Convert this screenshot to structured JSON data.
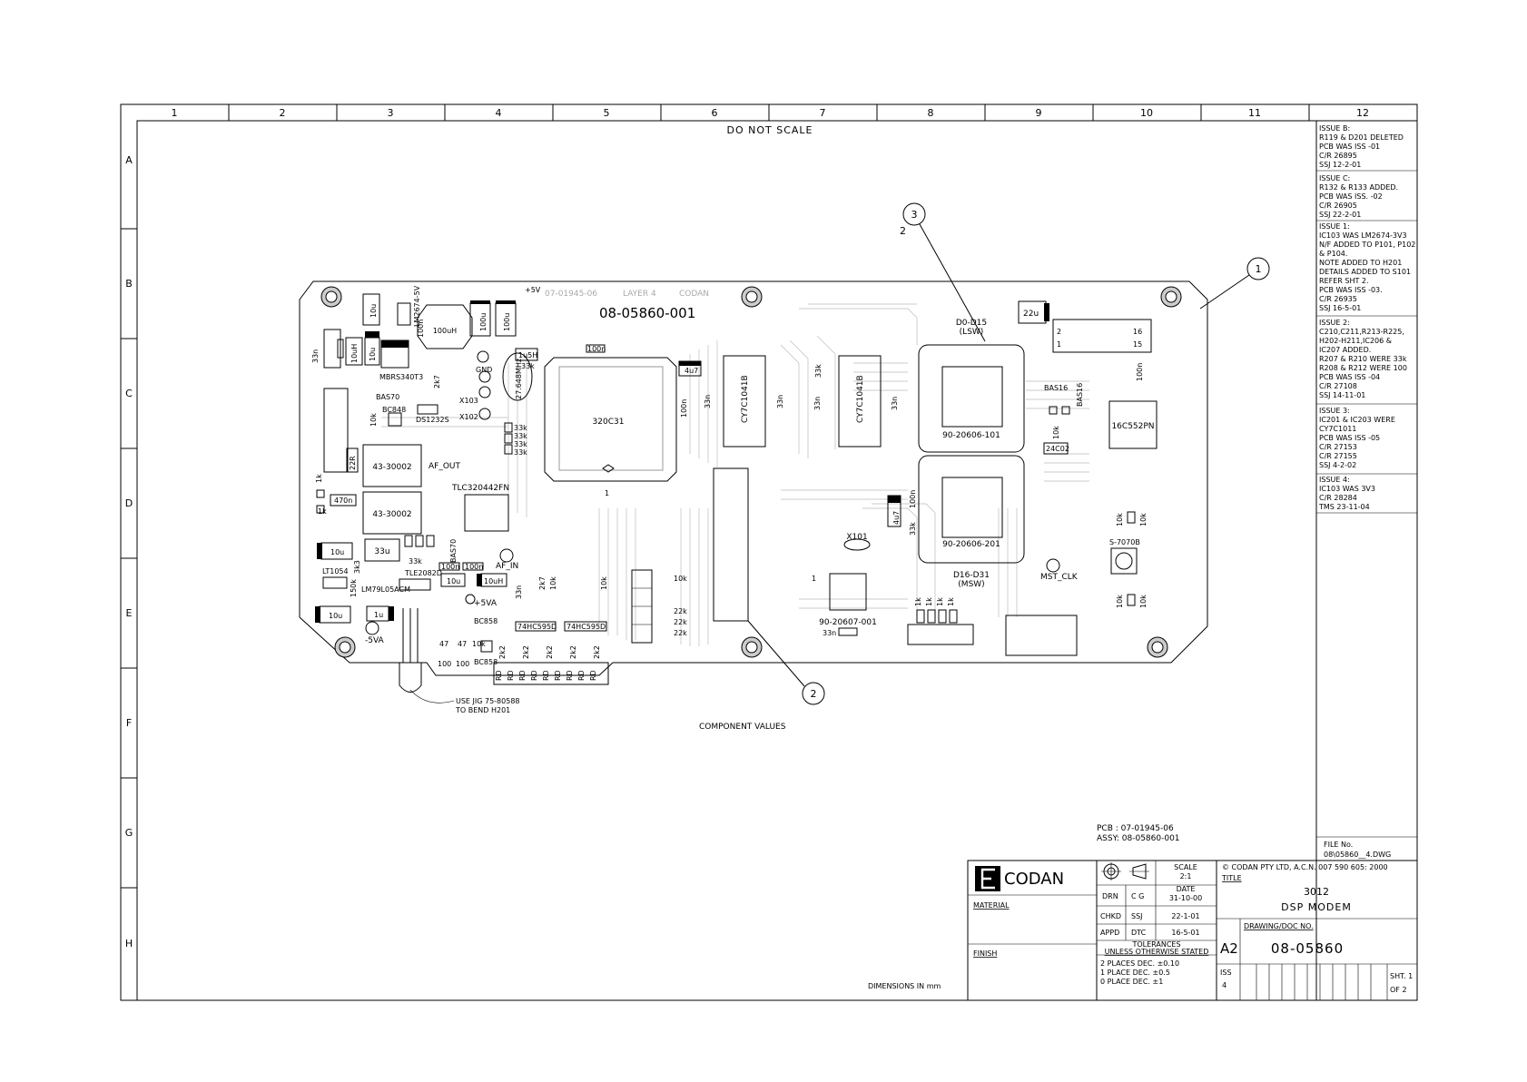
{
  "grid": {
    "columns": [
      "1",
      "2",
      "3",
      "4",
      "5",
      "6",
      "7",
      "8",
      "9",
      "10",
      "11",
      "12"
    ],
    "rows": [
      "A",
      "B",
      "C",
      "D",
      "E",
      "F",
      "G",
      "H"
    ]
  },
  "header_note": "DO NOT SCALE",
  "revisions": [
    {
      "lines": [
        "ISSUE B:",
        "R119 & D201 DELETED",
        "PCB WAS ISS -01",
        "C/R 26895",
        "SSJ 12-2-01"
      ]
    },
    {
      "lines": [
        "ISSUE C:",
        "R132 & R133 ADDED.",
        "PCB WAS ISS. -02",
        "C/R 26905",
        "SSJ 22-2-01"
      ]
    },
    {
      "lines": [
        "ISSUE 1:",
        "IC103 WAS LM2674-3V3",
        "N/F ADDED TO P101, P102",
        "& P104.",
        "NOTE ADDED TO H201",
        "DETAILS ADDED TO S101",
        "REFER SHT 2.",
        "PCB WAS ISS -03.",
        "C/R 26935",
        "SSJ 16-5-01"
      ]
    },
    {
      "lines": [
        "ISSUE 2:",
        "C210,C211,R213-R225,",
        "H202-H211,IC206 &",
        "IC207 ADDED.",
        "R207 & R210 WERE 33k",
        "R208 & R212 WERE 100",
        "PCB WAS ISS -04",
        "C/R 27108",
        "SSJ 14-11-01"
      ]
    },
    {
      "lines": [
        "ISSUE 3:",
        "IC201 & IC203 WERE",
        "CY7C1011",
        "PCB WAS ISS -05",
        "C/R 27153",
        "C/R 27155",
        "SSJ 4-2-02"
      ]
    },
    {
      "lines": [
        "ISSUE 4:",
        "IC103 WAS 3V3",
        "C/R 28284",
        "TMS 23-11-04"
      ]
    }
  ],
  "board": {
    "silk_pcb": "07-01945-06",
    "silk_layer": "LAYER 4",
    "silk_brand": "CODAN",
    "assembly_no": "08-05860-001",
    "components": {
      "dsp": "320C31",
      "sram1": "CY7C1041B",
      "sram2": "CY7C1041B",
      "flash1": "90-20606-101",
      "flash2": "90-20606-201",
      "mcu": "90-20607-001",
      "uart": "16C552PN",
      "codec": "TLC320442FN",
      "tx1": "43-30002",
      "tx2": "43-30002",
      "crystal": "27.648MHz",
      "xtal_ref": "X101",
      "reg": "LM2674-5V",
      "diode": "MBRS340T3",
      "ind1": "100uH",
      "ind2": "1u5H",
      "ind3": "10uH",
      "rs232": "DS1232S",
      "bas70": "BAS70",
      "bc848": "BC848",
      "bc858": "BC858",
      "lt1054": "LT1054",
      "lm79": "LM79L05ACM",
      "tle": "TLE2082D",
      "shift1": "74HC595D",
      "shift2": "74HC595D",
      "switch": "S-7070B",
      "bas16": "BAS16",
      "eeprom": "24C02"
    },
    "labels": {
      "af_out": "AF_OUT",
      "af_in": "AF_IN",
      "mst_clk": "MST_CLK",
      "plus5va": "+5VA",
      "minus5va": "-5VA",
      "plus5v": "+5V",
      "lsw_1": "D0-D15",
      "lsw_2": "(LSW)",
      "msw_1": "D16-D31",
      "msw_2": "(MSW)",
      "x102": "X102",
      "x103": "X103",
      "gnd": "GND",
      "conn_2": "2",
      "conn_1": "1",
      "conn_16": "16",
      "conn_15": "15"
    },
    "values": {
      "c_10u": "10u",
      "c_100u": "100u",
      "c_33u": "33u",
      "c_1u": "1u",
      "c_4u7": "4u7",
      "c_22u": "22u",
      "c_470n": "470n",
      "c_33n": "33n",
      "c_100n": "100n",
      "r_33k": "33k",
      "r_10k": "10k",
      "r_22k": "22k",
      "r_1k": "1k",
      "r_2k2": "2k2",
      "r_2k7": "2k7",
      "r_47": "47",
      "r_100": "100",
      "r_150k": "150k",
      "r_22r": "22R",
      "r_3k3": "3k3",
      "rd": "RD",
      "c_10uh": "10uH"
    }
  },
  "callouts": {
    "c1": "1",
    "c2": "2",
    "c3": "3",
    "qty": "2"
  },
  "notes": {
    "jig_1": "USE JIG 75-80588",
    "jig_2": "TO BEND H201",
    "component_values": "COMPONENT VALUES",
    "pcb": "PCB : 07-01945-06",
    "assy": "ASSY: 08-05860-001",
    "dimensions": "DIMENSIONS IN mm"
  },
  "title_block": {
    "file_label": "FILE No.",
    "file_value": "08\\05860__4.DWG",
    "company": "CODAN",
    "copyright": "© CODAN  PTY LTD, A.C.N. 007 590 605:  2000",
    "title_label": "TITLE",
    "title_1": "3012",
    "title_2": "DSP  MODEM",
    "scale_label": "SCALE",
    "scale_value": "2:1",
    "date_label": "DATE",
    "drn_label": "DRN",
    "drn_value": "C  G",
    "drn_date": "31-10-00",
    "chkd_label": "CHKD",
    "chkd_value": "SSJ",
    "chkd_date": "22-1-01",
    "appd_label": "APPD",
    "appd_value": "DTC",
    "appd_date": "16-5-01",
    "material_label": "MATERIAL",
    "finish_label": "FINISH",
    "tolerances_label": "TOLERANCES",
    "tolerances_sub": "UNLESS OTHERWISE STATED",
    "tol_1": "2 PLACES DEC.  ±0.10",
    "tol_2": "1 PLACE DEC.    ±0.5",
    "tol_3": "0 PLACE DEC.     ±1",
    "doc_label": "DRAWING/DOC NO.",
    "size": "A2",
    "doc_no": "08-05860",
    "iss_label": "ISS",
    "iss_value": "4",
    "sht_label": "SHT. 1",
    "of_label": "OF   2"
  }
}
